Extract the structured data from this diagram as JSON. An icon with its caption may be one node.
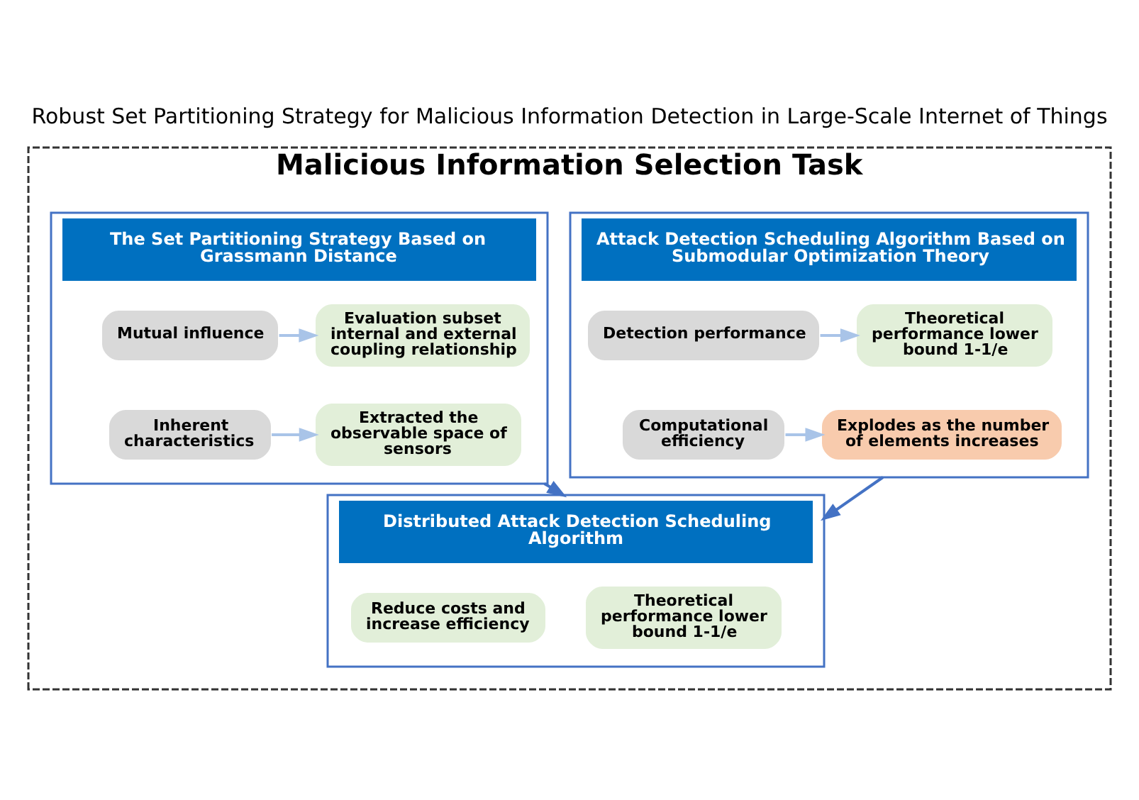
{
  "diagram": {
    "title": "Robust Set Partitioning Strategy for Malicious Information Detection in Large-Scale Internet of Things",
    "nodes": [
      {
        "text": [
          "Malicious Information Selection Task"
        ]
      },
      {
        "text": [
          "Attack Detection Scheduling Algorithm Based on Submodular Optimization Theory"
        ],
        "in": 0
      },
      {
        "text": [
          "Detection performance"
        ],
        "in": 1
      },
      {
        "text": [
          "Theoretical performance lower bound 1-1/e"
        ],
        "in": 1
      },
      {
        "text": [
          "Computational efficiency"
        ],
        "in": 1
      },
      {
        "text": [
          "Explodes as the number of elements increases"
        ],
        "in": 1
      },
      {
        "text": [
          "The Set Partitioning Strategy Based on Grassmann Distance"
        ],
        "in": 0
      },
      {
        "text": [
          "Mutual influence"
        ],
        "in": 6
      },
      {
        "text": [
          "Evaluation subset internal and external coupling relationship"
        ],
        "in": 6
      },
      {
        "text": [
          "Inherent characteristics"
        ],
        "in": 6
      },
      {
        "text": [
          "Extracted the observable space of sensors"
        ],
        "in": 6
      },
      {
        "text": [
          "Distributed Attack Detection Scheduling Algorithm"
        ],
        "in": 0
      },
      {
        "text": [
          "Theoretical performance lower bound 1-1/e"
        ],
        "in": 11
      },
      {
        "text": [
          "Reduce costs and increase efficiency"
        ],
        "in": 11
      }
    ],
    "edges": [
      {
        "from": 2,
        "to": 3,
        "arrow": "to"
      },
      {
        "from": 4,
        "to": 5,
        "arrow": "to"
      },
      {
        "from": 7,
        "to": 8,
        "arrow": "to"
      },
      {
        "from": 9,
        "to": 10,
        "arrow": "to"
      },
      {
        "from": 1,
        "to": 11,
        "arrow": "to",
        "color": "#4472c4"
      },
      {
        "from": 6,
        "to": 11,
        "arrow": "to",
        "color": "#4472c4"
      }
    ]
  }
}
